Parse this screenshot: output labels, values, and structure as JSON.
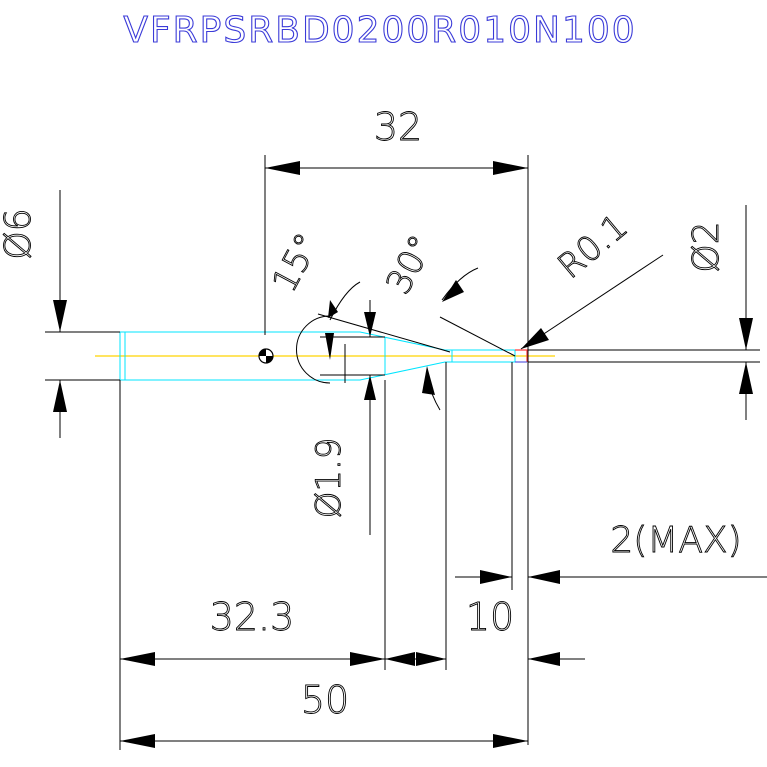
{
  "title": "VFRPSRBD0200R010N100",
  "colors": {
    "title": "#3b3bd8",
    "dimension": "#000000",
    "outline": "#00e5ff",
    "centerline": "#ffd400",
    "tip": "#ff3a3a"
  },
  "dimensions": {
    "overall_length": "50",
    "shank_to_taper": "32.3",
    "reference_length": "32",
    "shank_dia": "Ø6",
    "neck_dia": "Ø1.9",
    "cutter_dia": "Ø2",
    "corner_radius": "R0.1",
    "taper_angle": "15°",
    "tip_angle": "30°",
    "flute_length": "10",
    "max_depth": "2(MAX)"
  }
}
